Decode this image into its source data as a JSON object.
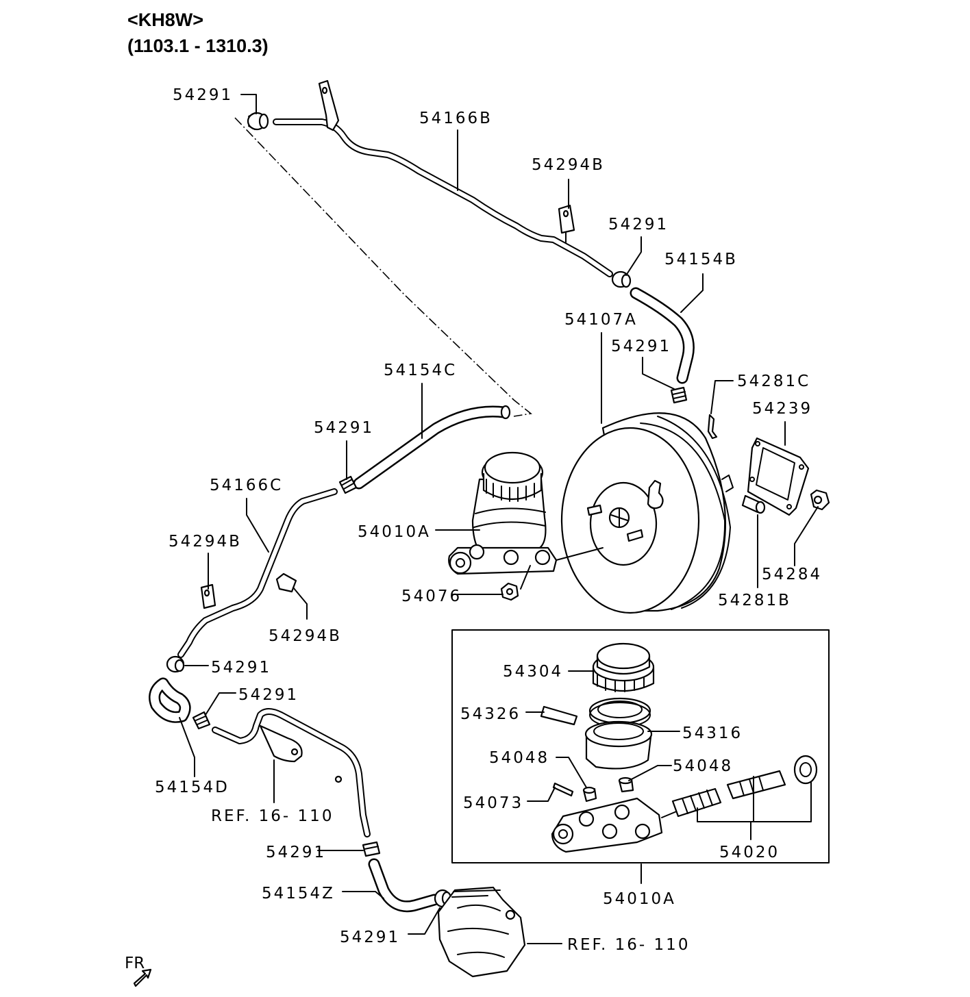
{
  "header": {
    "model": "<KH8W>",
    "range": "(1103.1 - 1310.3)"
  },
  "labels": {
    "c54291_a": "54291",
    "p54166B": "54166B",
    "p54294B_a": "54294B",
    "c54291_b": "54291",
    "p54154B": "54154B",
    "p54107A": "54107A",
    "c54291_c": "54291",
    "p54281C": "54281C",
    "p54239": "54239",
    "p54154C": "54154C",
    "c54291_d": "54291",
    "p54166C": "54166C",
    "p54010A_a": "54010A",
    "p54294B_b": "54294B",
    "p54076": "54076",
    "p54284": "54284",
    "p54281B": "54281B",
    "p54294B_c": "54294B",
    "c54291_e": "54291",
    "c54291_f": "54291",
    "p54154D": "54154D",
    "ref_a": "REF. 16- 110",
    "c54291_g": "54291",
    "p54154Z": "54154Z",
    "c54291_h": "54291",
    "ref_b": "REF. 16- 110",
    "p54304": "54304",
    "p54326": "54326",
    "p54316": "54316",
    "p54048_a": "54048",
    "p54048_b": "54048",
    "p54073": "54073",
    "p54020": "54020",
    "p54010A_b": "54010A",
    "fr": "FR"
  }
}
